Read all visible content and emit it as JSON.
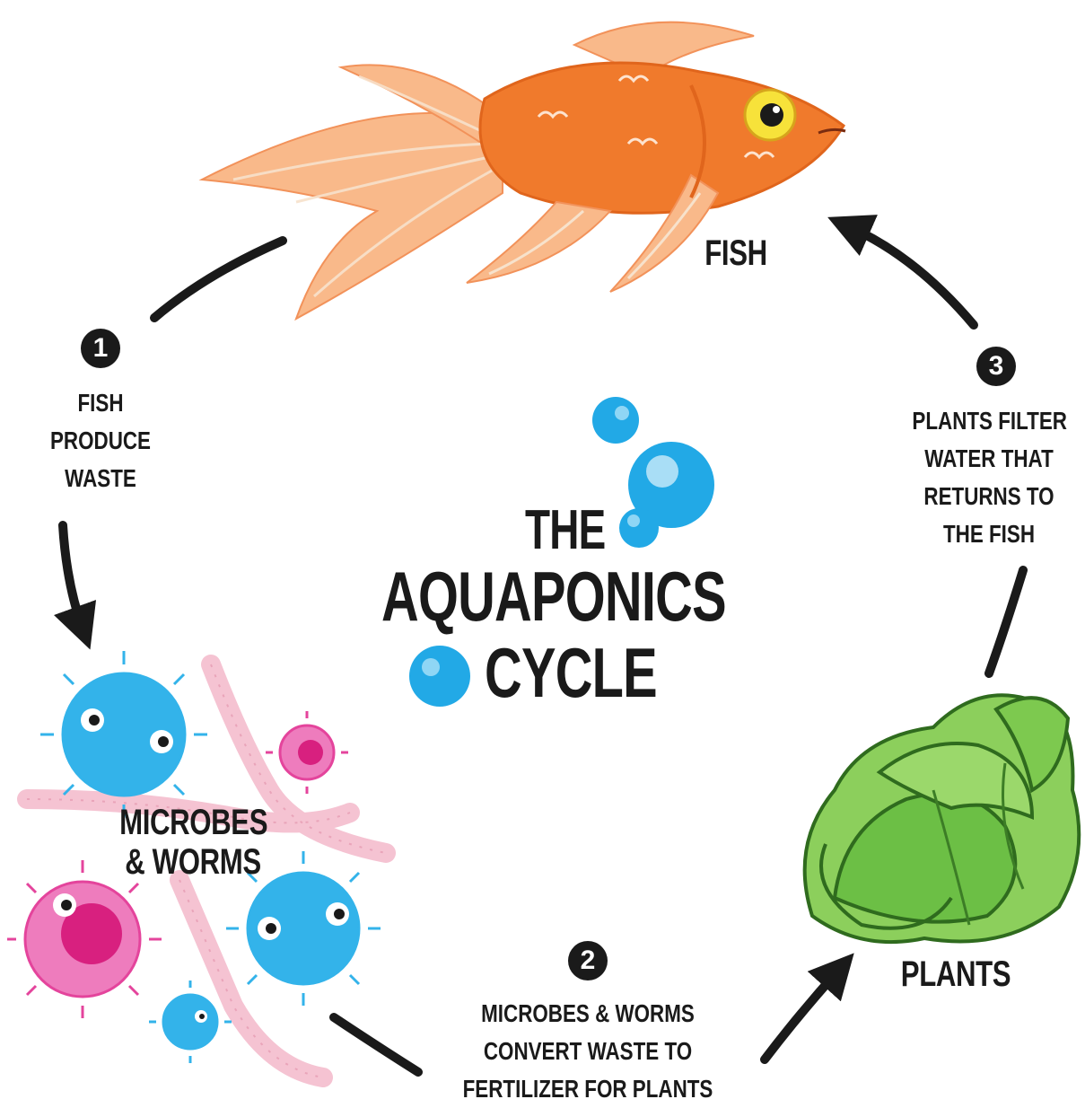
{
  "title": {
    "line1": "THE",
    "line2": "AQUAPONICS",
    "line3": "CYCLE"
  },
  "nodes": {
    "fish": "FISH",
    "microbes_line1": "MICROBES",
    "microbes_line2": "& WORMS",
    "plants": "PLANTS"
  },
  "steps": [
    {
      "number": "1",
      "lines": [
        "FISH",
        "PRODUCE",
        "WASTE"
      ]
    },
    {
      "number": "2",
      "lines": [
        "MICROBES & WORMS",
        "CONVERT WASTE TO",
        "FERTILIZER FOR PLANTS"
      ]
    },
    {
      "number": "3",
      "lines": [
        "PLANTS FILTER",
        "WATER THAT",
        "RETURNS TO",
        "THE FISH"
      ]
    }
  ],
  "colors": {
    "fish_orange": "#f07a2c",
    "fin_peach": "#f9b98a",
    "bubble_blue": "#22a9e6",
    "microbe_blue": "#33b3ea",
    "microbe_pink": "#e4449c",
    "worm_pink": "#f5c3d2",
    "lettuce_green": "#6cbf45",
    "arrow_black": "#1a1a1a"
  }
}
